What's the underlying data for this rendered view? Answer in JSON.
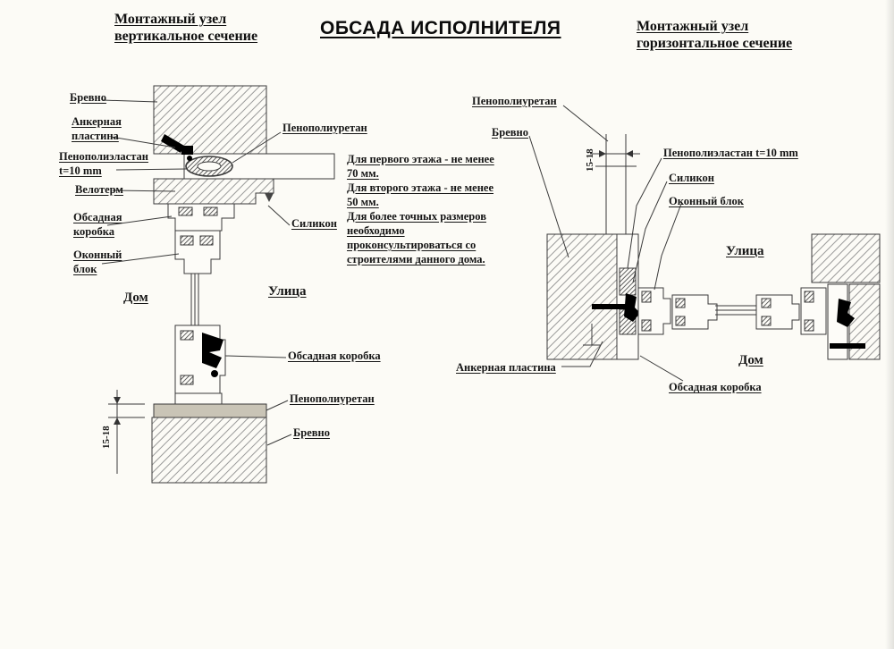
{
  "page": {
    "title": "ОБСАДА ИСПОЛНИТЕЛЯ"
  },
  "left": {
    "heading1": "Монтажный узел",
    "heading2": "вертикальное сечение",
    "labels": {
      "brevno_top": "Бревно",
      "anchor1": "Анкерная",
      "anchor2": "пластина",
      "penoelastan1": "Пенополиэластан",
      "penoelastan2": "t=10 mm",
      "veloterm": "Велотерм",
      "obsada1": "Обсадная",
      "obsada2": "коробка",
      "window1": "Оконный",
      "window2": "блок",
      "dom": "Дом",
      "ppu_top": "Пенополиуретан",
      "silicone": "Силикон",
      "ulitsa": "Улица",
      "obsada_right": "Обсадная коробка",
      "ppu_bottom": "Пенополиуретан",
      "brevno_bottom": "Бревно",
      "dim": "15-18"
    }
  },
  "notes": {
    "line1": "Для первого этажа - не менее",
    "line2": "70 мм.",
    "line3": "Для второго этажа - не менее",
    "line4": "50 мм.",
    "line5": "Для более точных размеров",
    "line6": "необходимо",
    "line7": "проконсультироваться со",
    "line8": "строителями данного дома."
  },
  "right": {
    "heading1": "Монтажный узел",
    "heading2": "горизонтальное сечение",
    "labels": {
      "ppu": "Пенополиуретан",
      "brevno": "Бревно",
      "penoelastan": "Пенополиэластан t=10 mm",
      "silicone": "Силикон",
      "window": "Оконный блок",
      "ulitsa": "Улица",
      "dom": "Дом",
      "anchor": "Анкерная пластина",
      "obsada": "Обсадная коробка",
      "dim": "15-18"
    }
  }
}
